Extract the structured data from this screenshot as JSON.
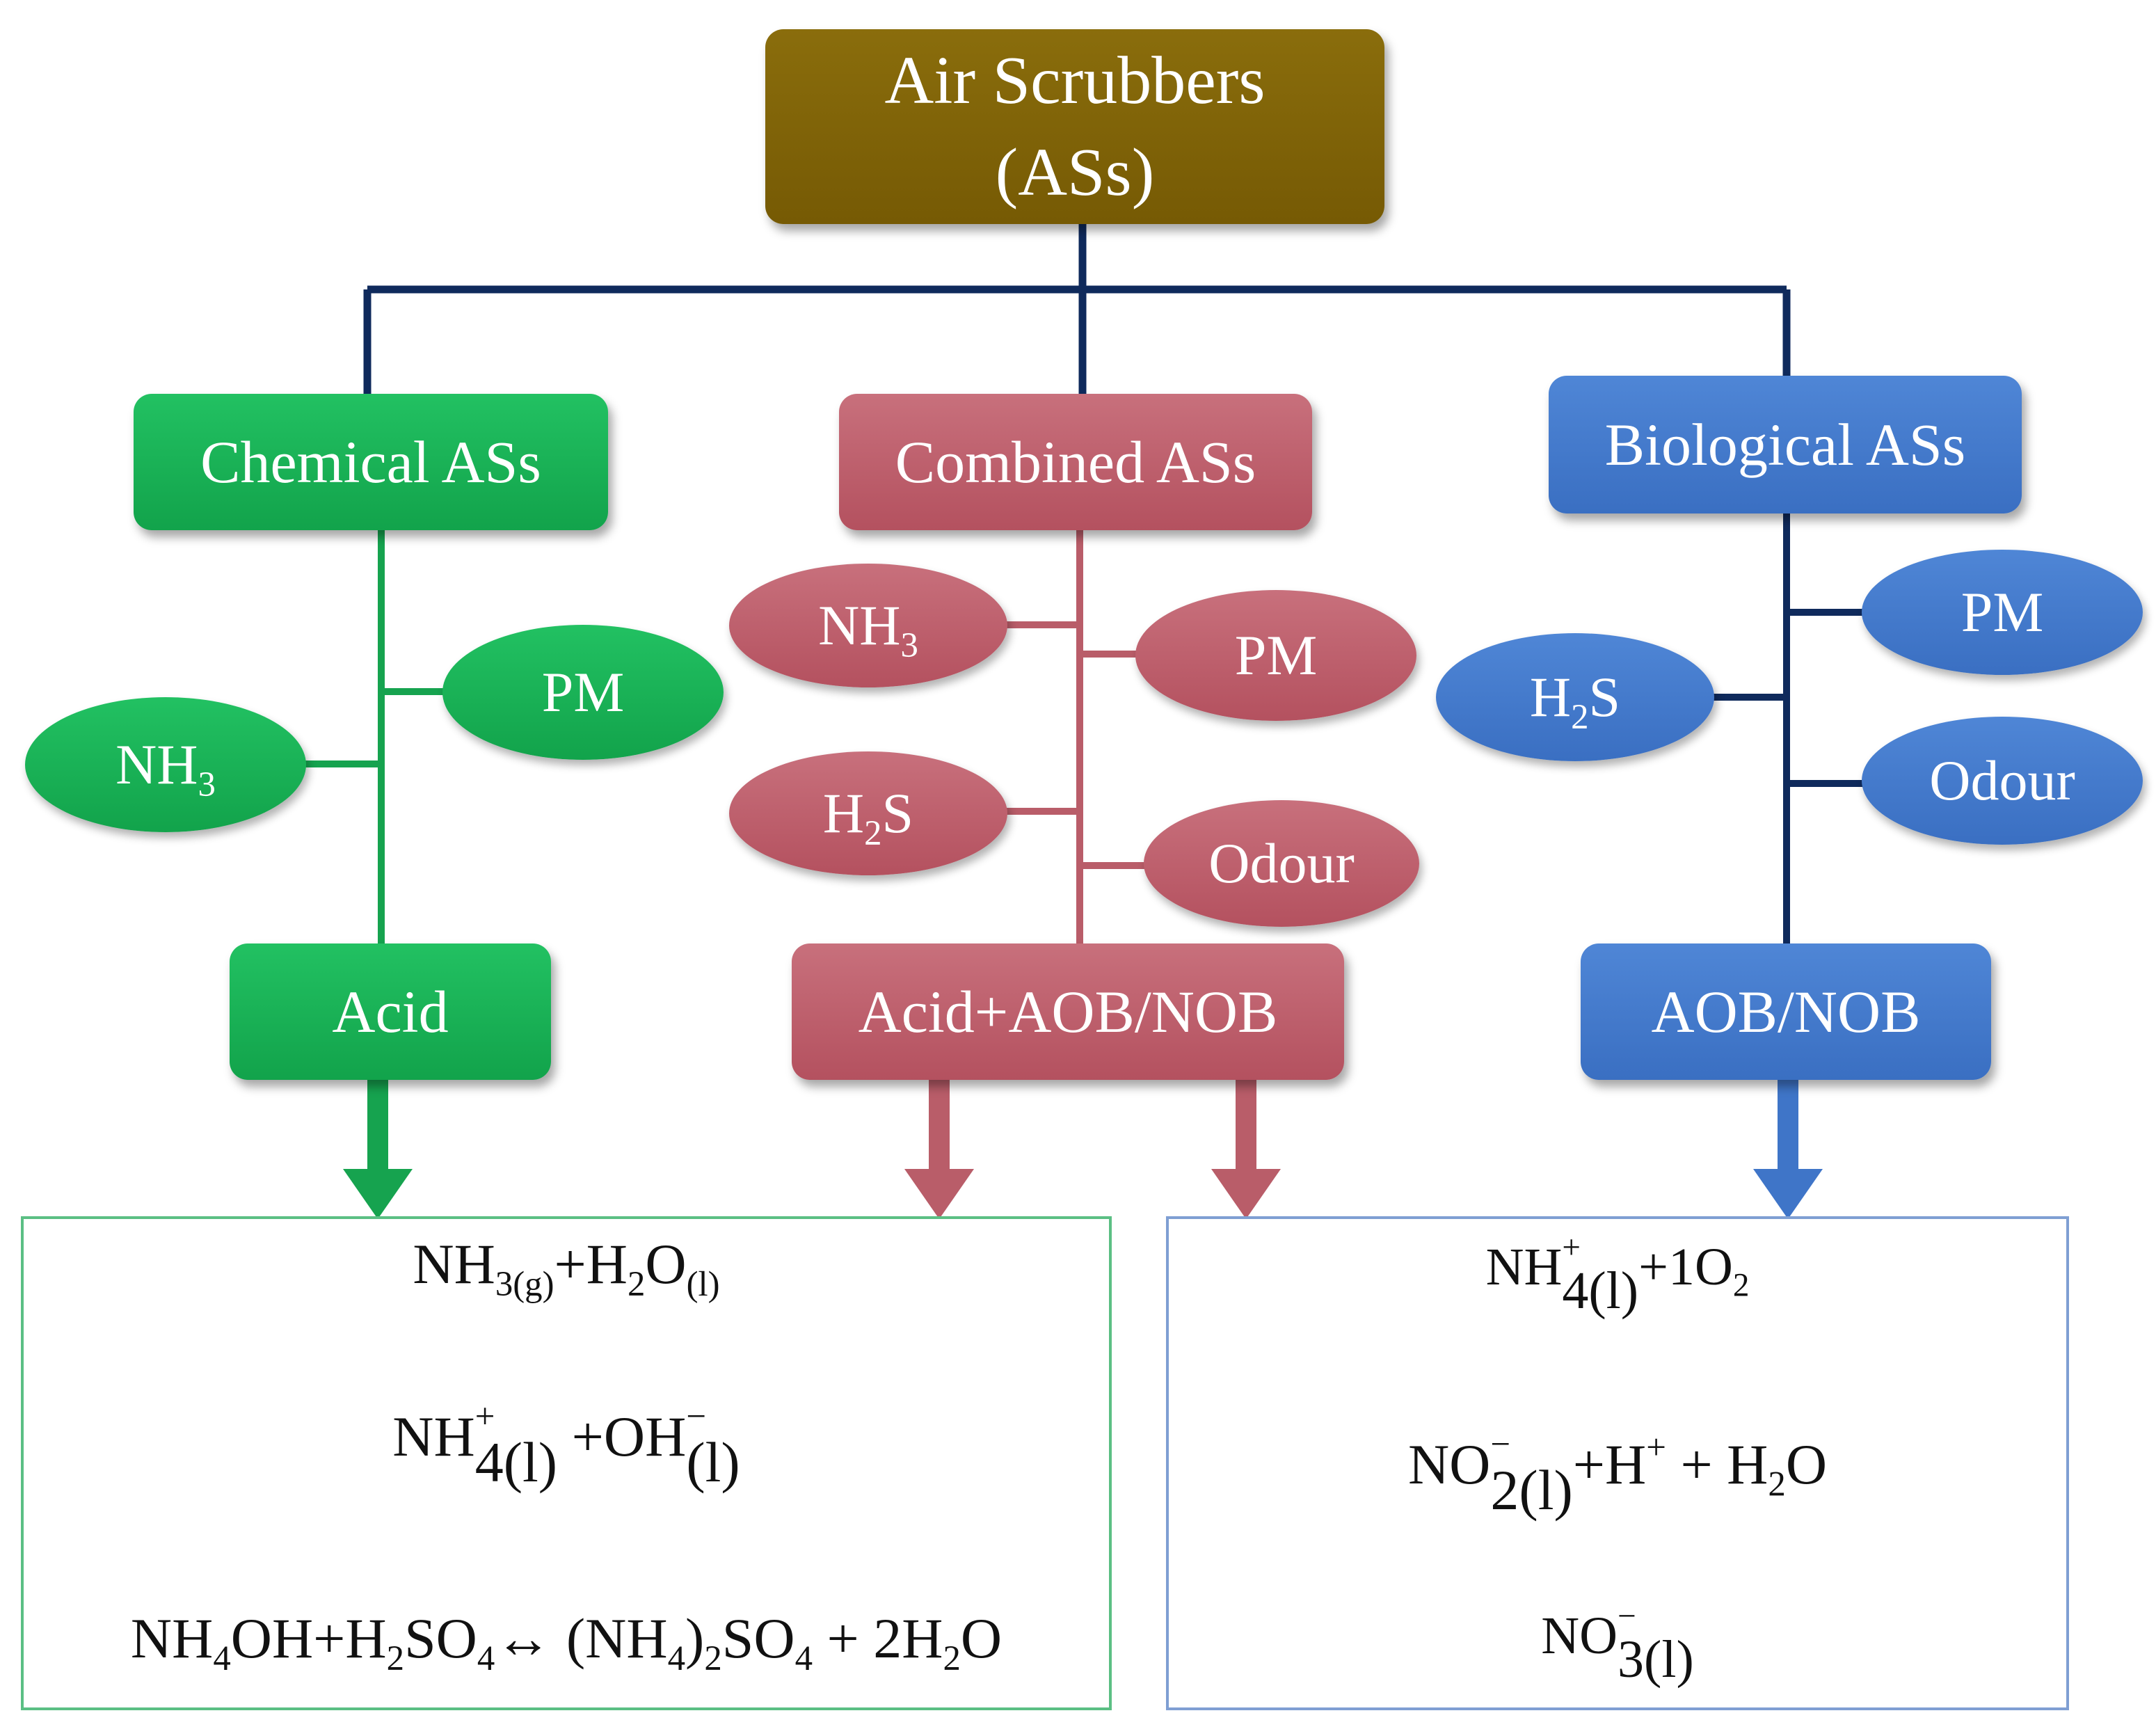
{
  "title": {
    "line1": "Air Scrubbers",
    "line2": "(ASs)"
  },
  "colors": {
    "connector": "#0f2a5c",
    "chemical": "#16a34f",
    "combined": "#b95d69",
    "biological": "#3f75c8",
    "top": "#7d6208"
  },
  "chemical": {
    "label": "Chemical ASs",
    "pollutants": {
      "nh3": "NH",
      "nh3_sub": "3",
      "pm": "PM"
    },
    "agent": "Acid"
  },
  "combined": {
    "label": "Combined ASs",
    "pollutants": {
      "nh3": "NH",
      "nh3_sub": "3",
      "pm": "PM",
      "h2s_h": "H",
      "h2s_sub": "2",
      "h2s_s": "S",
      "odour": "Odour"
    },
    "agent": "Acid+AOB/NOB"
  },
  "biological": {
    "label": "Biological ASs",
    "pollutants": {
      "pm": "PM",
      "h2s_h": "H",
      "h2s_sub": "2",
      "h2s_s": "S",
      "odour": "Odour"
    },
    "agent": "AOB/NOB"
  },
  "acid_reactions": {
    "eq1": {
      "a": "NH",
      "a_sub": "3(g)",
      "b": "+H",
      "b_sub": "2",
      "c": "O",
      "c_sub": "(l)"
    },
    "eq2": {
      "a": "NH",
      "a_up": "+",
      "a_dn": "4(l)",
      "b": " +OH",
      "b_up": "−",
      "b_dn": "(l)"
    },
    "eq3": {
      "a": "NH",
      "a_sub": "4",
      "b": "OH+H",
      "b_sub": "2",
      "c": "SO",
      "c_sub": "4",
      "d": "↔ (NH",
      "d_sub": "4",
      "e": ")",
      "e_sub": "2",
      "f": "SO",
      "f_sub": "4",
      "g": " + 2H",
      "g_sub": "2",
      "h": "O"
    }
  },
  "bio_reactions": {
    "eq1": {
      "a": "NH",
      "a_up": "+",
      "a_dn": "4(l)",
      "b": "+1O",
      "b_sub": "2"
    },
    "eq2": {
      "a": "NO",
      "a_up": "−",
      "a_dn": "2(l)",
      "b": "+H",
      "b_sup": "+",
      "c": " + H",
      "c_sub": "2",
      "d": "O"
    },
    "eq3": {
      "a": "NO",
      "a_up": "−",
      "a_dn": "3(l)"
    }
  }
}
